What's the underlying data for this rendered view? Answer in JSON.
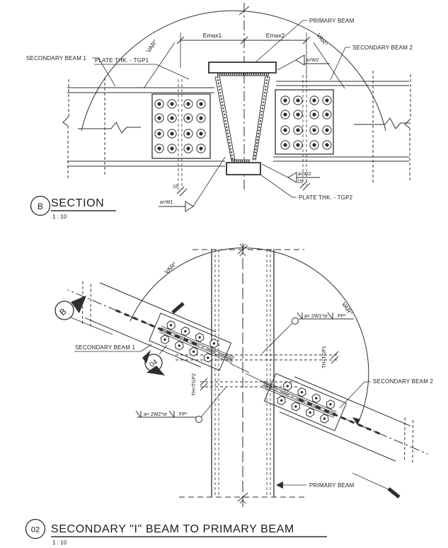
{
  "section": {
    "marker": "B",
    "title": "SECTION",
    "scale": "1 : 10",
    "labels": {
      "secondary_beam_1": "SECONDARY BEAM 1",
      "plate_thk_tgp1": "PLATE THK. - TGP1",
      "primary_beam": "PRIMARY BEAM",
      "secondary_beam_2": "SECONDARY BEAM 2",
      "plate_thk_tgp2": "PLATE THK. - TGP2",
      "var_left": "VAR°",
      "var_right": "VAR°",
      "emax1": "Emax1",
      "emax2": "Emax2",
      "weld_top": "a=W2",
      "weld_right": "a=W2",
      "weld_left": "a=W1",
      "dim_15_left": "15",
      "dim_15_right": "15"
    }
  },
  "plan": {
    "marker": "02",
    "title": "SECONDARY  \"I\" BEAM TO PRIMARY BEAM",
    "scale": "1 : 10",
    "labels": {
      "section_cut": "B",
      "detail_marker": "04",
      "var_left": "VAR°",
      "var_right": "VAR°",
      "secondary_beam_1": "SECONDARY BEAM 1",
      "secondary_beam_2": "SECONDARY BEAM 2",
      "primary_beam": "PRIMARY BEAM",
      "weld_top": "a= 2W1*or",
      "weld_top_fp": "FP*",
      "weld_bottom": "a= 2W2*or",
      "weld_bottom_fp": "FP*",
      "th_tgp1": "TH=TGP1",
      "th_tgp2": "TH=TGP2"
    }
  }
}
